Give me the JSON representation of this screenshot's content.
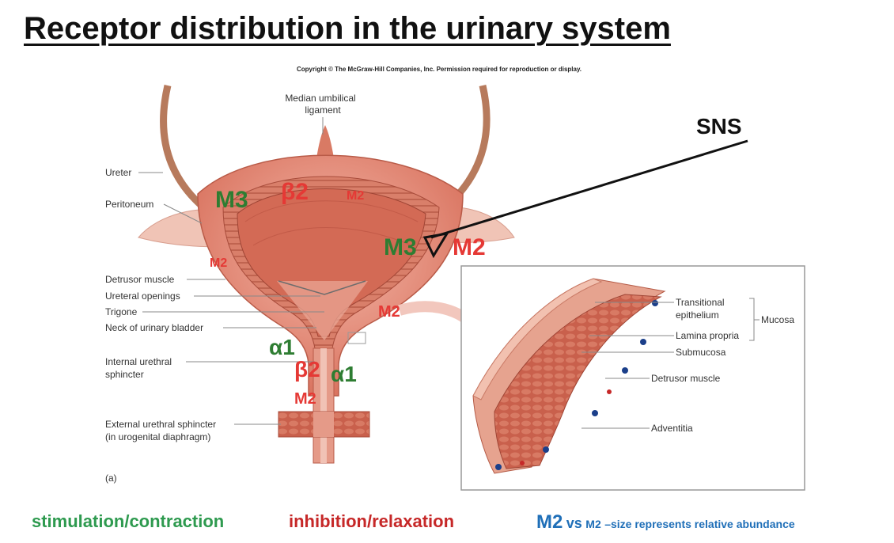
{
  "title": "Receptor distribution in the urinary system",
  "copyright": "Copyright © The McGraw-Hill Companies, Inc. Permission required for reproduction or display.",
  "figure_letter": "(a)",
  "sns_label": "SNS",
  "labels": {
    "median_umbilical_1": "Median umbilical",
    "median_umbilical_2": "ligament",
    "ureter": "Ureter",
    "peritoneum": "Peritoneum",
    "detrusor": "Detrusor muscle",
    "ureteral_openings": "Ureteral openings",
    "trigone": "Trigone",
    "neck": "Neck of urinary bladder",
    "internal_sph_1": "Internal urethral",
    "internal_sph_2": "sphincter",
    "external_sph_1": "External urethral sphincter",
    "external_sph_2": "(in urogenital diaphragm)",
    "transitional_1": "Transitional",
    "transitional_2": "epithelium",
    "lamina": "Lamina propria",
    "submucosa": "Submucosa",
    "mucosa": "Mucosa",
    "detrusor_inset": "Detrusor muscle",
    "adventitia": "Adventitia"
  },
  "receptors": {
    "m3_top": "M3",
    "b2_top": "β2",
    "m2_top": "M2",
    "m2_left": "M2",
    "m3_right": "M3",
    "m2_right": "M2",
    "m2_neck": "M2",
    "a1_left": "α1",
    "b2_urethra": "β2",
    "a1_right": "α1",
    "m2_urethra": "M2"
  },
  "legend": {
    "stimulation": "stimulation/contraction",
    "inhibition": "inhibition/relaxation",
    "m2_big": "M2",
    "vs": "vs",
    "m2_small": "M2",
    "note": "–size represents relative abundance"
  },
  "colors": {
    "stimulation": "#2e7d32",
    "inhibition": "#e53935",
    "abundance": "#1f6fb8"
  }
}
